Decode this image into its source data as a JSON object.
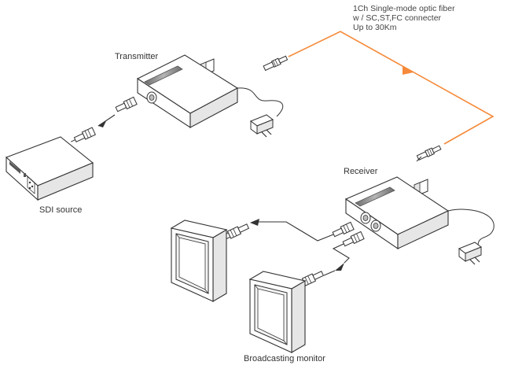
{
  "labels": {
    "transmitter": "Transmitter",
    "receiver": "Receiver",
    "sdi_source": "SDI source",
    "broadcasting_monitor": "Broadcasting monitor",
    "fiber_note": [
      "1Ch Single-mode optic fiber",
      "w / SC,ST,FC connecter",
      "Up to 30Km"
    ]
  },
  "colors": {
    "fiber": "#f58a3a",
    "line": "#3a3a3a",
    "device_fill": "#ffffff",
    "device_side": "#e6e6e6",
    "slot": "#8a8a8a",
    "screen_inner": "#f4f4f4"
  },
  "icons": [
    "transmitter-device",
    "receiver-device",
    "sdi-source-device",
    "broadcasting-monitor",
    "bnc-connector",
    "fiber-connector",
    "power-adapter"
  ]
}
